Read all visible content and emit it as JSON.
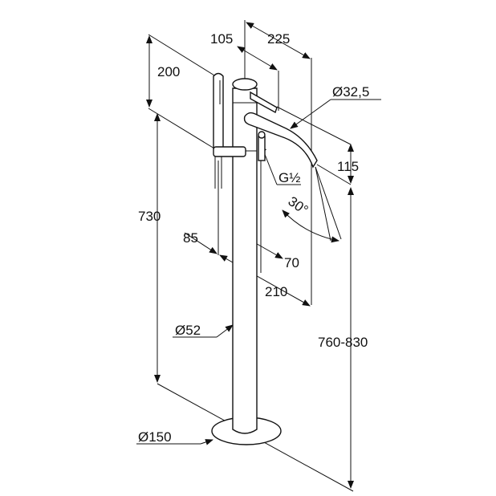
{
  "drawing": {
    "title": "Freestanding bath mixer dimension drawing",
    "dimensions": {
      "handshower_height": "200",
      "lever_offset": "105",
      "spout_reach": "225",
      "spout_diameter": "Ø32,5",
      "spout_height": "115",
      "connection": "G½",
      "spout_angle": "30°",
      "hose_height": "730",
      "shower_offset": "85",
      "outlet_offset": "70",
      "total_reach": "210",
      "column_diameter": "Ø52",
      "total_height": "760-830",
      "base_diameter": "Ø150"
    }
  }
}
